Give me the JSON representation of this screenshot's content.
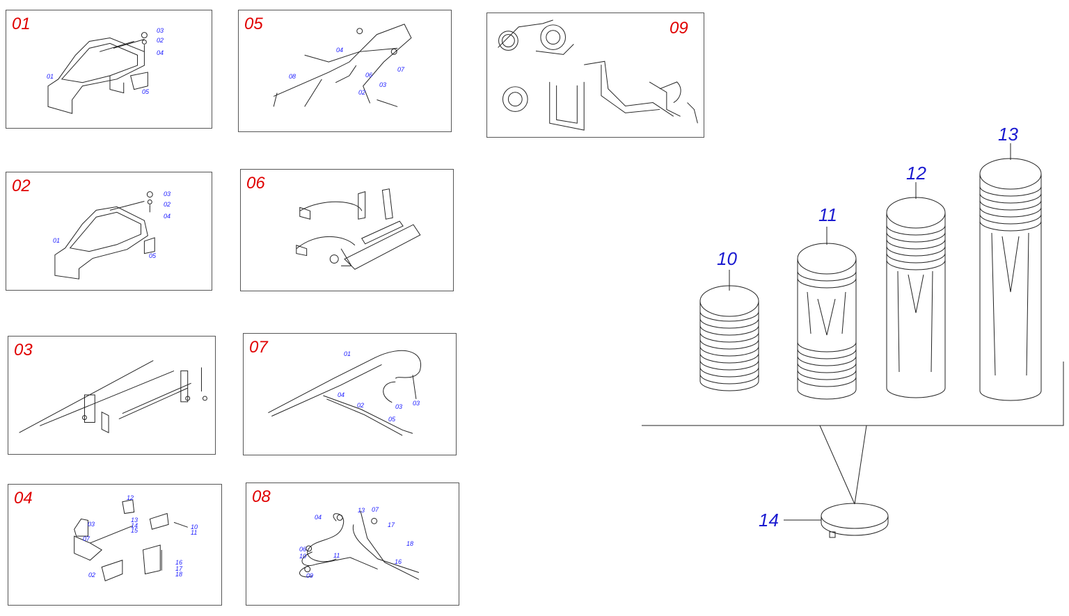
{
  "panels": [
    {
      "id": "01",
      "callouts": [
        "03",
        "02",
        "04",
        "01",
        "05"
      ]
    },
    {
      "id": "02",
      "callouts": [
        "03",
        "02",
        "04",
        "01",
        "05"
      ]
    },
    {
      "id": "03",
      "callouts": []
    },
    {
      "id": "04",
      "callouts": [
        "12",
        "03",
        "07",
        "10",
        "11",
        "13",
        "14",
        "15",
        "16",
        "17",
        "18",
        "02"
      ]
    },
    {
      "id": "05",
      "callouts": [
        "04",
        "08",
        "06",
        "07",
        "03",
        "02"
      ]
    },
    {
      "id": "06",
      "callouts": []
    },
    {
      "id": "07",
      "callouts": [
        "01",
        "04",
        "02",
        "05",
        "03",
        "03"
      ]
    },
    {
      "id": "08",
      "callouts": [
        "04",
        "13",
        "07",
        "17",
        "06",
        "10",
        "09",
        "11",
        "16",
        "18"
      ]
    },
    {
      "id": "09",
      "callouts": []
    }
  ],
  "parts": [
    {
      "id": "10"
    },
    {
      "id": "11"
    },
    {
      "id": "12"
    },
    {
      "id": "13"
    },
    {
      "id": "14"
    }
  ],
  "colors": {
    "panel_number": "#e00000",
    "part_number": "#1a1ad0",
    "callout": "#1a1aff",
    "line": "#222222"
  }
}
